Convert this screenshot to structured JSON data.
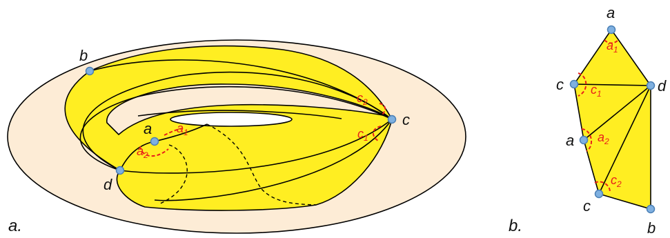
{
  "colors": {
    "fill_yellow": "#ffee22",
    "torus_bg": "#fdecd6",
    "outline": "#000000",
    "angle_red": "#e8201a",
    "vertex_fill": "#7fb0e0",
    "vertex_stroke": "#4a7fb5"
  },
  "panel_a": {
    "label": "a.",
    "vertices": {
      "a": "a",
      "b": "b",
      "c": "c",
      "d": "d"
    },
    "angles": {
      "a1": {
        "base": "a",
        "sub": "1"
      },
      "a2": {
        "base": "a",
        "sub": "2"
      },
      "c1": {
        "base": "c",
        "sub": "1"
      },
      "c2": {
        "base": "c",
        "sub": "2"
      }
    }
  },
  "panel_b": {
    "label": "b.",
    "vertices": {
      "a_top": "a",
      "c_top": "c",
      "d": "d",
      "a_mid": "a",
      "c_bottom": "c",
      "b": "b"
    },
    "angles": {
      "a1": {
        "base": "a",
        "sub": "1"
      },
      "c1": {
        "base": "c",
        "sub": "1"
      },
      "a2": {
        "base": "a",
        "sub": "2"
      },
      "c2": {
        "base": "c",
        "sub": "2"
      }
    }
  }
}
